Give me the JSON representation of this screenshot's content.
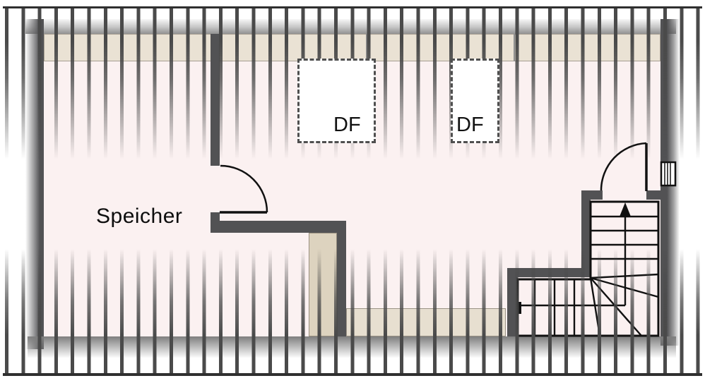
{
  "floorplan": {
    "rooms": [
      {
        "id": "speicher",
        "label": "Speicher"
      }
    ],
    "roof_windows": [
      {
        "label": "DF"
      },
      {
        "label": "DF"
      }
    ],
    "stairs": {
      "direction": "up"
    },
    "colors": {
      "wall_gray": "#525254",
      "knee_wall_beige": "#eae2d4",
      "chimney_block_beige": "#ddd3bf",
      "floor_pink": "#fbf1f1",
      "hatch_gray": "#4a4a4a",
      "line_black": "#111111"
    }
  }
}
